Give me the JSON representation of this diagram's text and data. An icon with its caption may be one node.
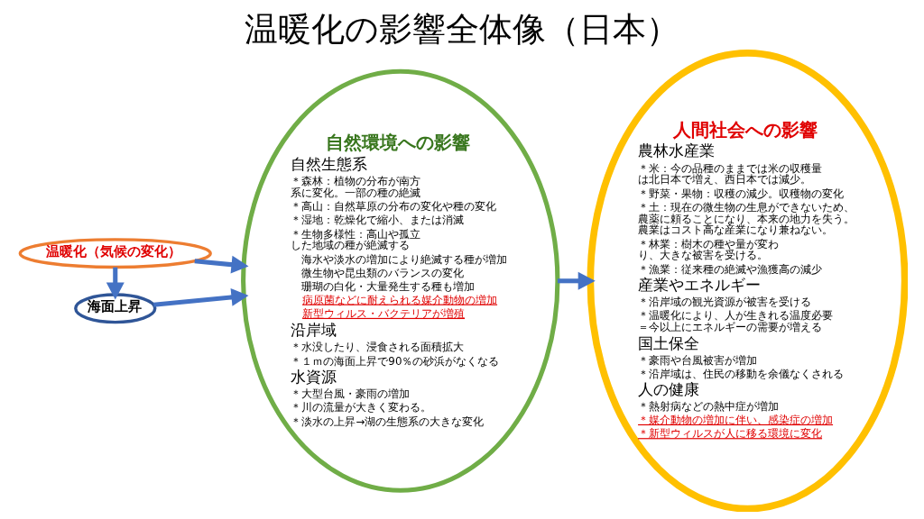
{
  "diagram": {
    "title": "温暖化の影響全体像（日本）",
    "nodes": [
      {
        "text": [
          "温暖化（気候の変化）"
        ]
      },
      {
        "text": [
          "海面上昇"
        ]
      },
      {
        "text": [
          "自然環境への影響",
          "自然生態系",
          "＊森林：植物の分布が南方系に変化。一部の種の絶滅",
          "＊高山：自然草原の分布の変化や種の変化",
          "＊湿地：乾燥化で縮小、または消滅",
          "＊生物多様性：高山や孤立した地域の種が絶滅する",
          "海水や淡水の増加により絶滅する種が増加",
          "微生物や昆虫類のバランスの変化",
          "珊瑚の白化・大量発生する種も増加",
          "病原菌などに耐えられる媒介動物の増加",
          "新型ウィルス・バクテリアが増殖",
          "沿岸域",
          "＊水没したり、浸食される面積拡大",
          "＊１ｍの海面上昇で90％の砂浜がなくなる",
          "水資源",
          "＊大型台風・豪雨の増加",
          "＊川の流量が大きく変わる。",
          "＊淡水の上昇→湖の生態系の大きな変化"
        ]
      },
      {
        "text": [
          "人間社会への影響",
          "農林水産業",
          "＊米：今の品種のままでは米の収穫量は北日本で増え、西日本では減少。",
          "＊野菜・果物：収穫の減少。収穫物の変化",
          "＊土：現在の微生物の生息ができないため、農薬に頼ることになり、本来の地力を失う。農業はコスト高な産業になり兼ねない。",
          "＊林業：樹木の種や量が変わり、大きな被害を受ける。",
          "＊漁業：従来種の絶滅や漁獲高の減少",
          "産業やエネルギー",
          "＊沿岸域の観光資源が被害を受ける",
          "＊温暖化により、人が生きれる温度必要＝今以上にエネルギーの需要が増える",
          "国土保全",
          "＊豪雨や台風被害が増加",
          "＊沿岸域は、住民の移動を余儀なくされる",
          "人の健康",
          "＊熱射病などの熱中症が増加",
          "＊媒介動物の増加に伴い、感染症の増加",
          "＊新型ウィルスが人に移る環境に変化"
        ]
      }
    ],
    "edges": [
      {
        "from": 0,
        "to": 1,
        "arrow": "to"
      },
      {
        "from": 0,
        "to": 2,
        "arrow": "to"
      },
      {
        "from": 1,
        "to": 2,
        "arrow": "to"
      },
      {
        "from": 2,
        "to": 3,
        "arrow": "to"
      }
    ]
  }
}
